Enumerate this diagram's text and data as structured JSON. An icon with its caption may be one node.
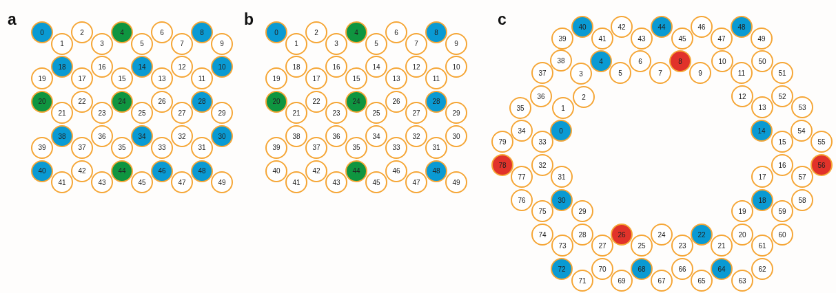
{
  "diagram": {
    "nodes": [
      {
        "text": [
          "0"
        ]
      },
      {
        "text": [
          "1"
        ]
      },
      {
        "text": [
          "2"
        ]
      },
      {
        "text": [
          "3"
        ]
      },
      {
        "text": [
          "4"
        ]
      },
      {
        "text": [
          "5"
        ]
      },
      {
        "text": [
          "6"
        ]
      },
      {
        "text": [
          "7"
        ]
      },
      {
        "text": [
          "8"
        ]
      },
      {
        "text": [
          "9"
        ]
      },
      {
        "text": [
          "10"
        ]
      },
      {
        "text": [
          "11"
        ]
      },
      {
        "text": [
          "12"
        ]
      },
      {
        "text": [
          "13"
        ]
      },
      {
        "text": [
          "14"
        ]
      },
      {
        "text": [
          "15"
        ]
      },
      {
        "text": [
          "16"
        ]
      },
      {
        "text": [
          "17"
        ]
      },
      {
        "text": [
          "18"
        ]
      },
      {
        "text": [
          "19"
        ]
      },
      {
        "text": [
          "20"
        ]
      },
      {
        "text": [
          "21"
        ]
      },
      {
        "text": [
          "22"
        ]
      },
      {
        "text": [
          "23"
        ]
      },
      {
        "text": [
          "24"
        ]
      },
      {
        "text": [
          "25"
        ]
      },
      {
        "text": [
          "26"
        ]
      },
      {
        "text": [
          "27"
        ]
      },
      {
        "text": [
          "28"
        ]
      },
      {
        "text": [
          "29"
        ]
      },
      {
        "text": [
          "30"
        ]
      },
      {
        "text": [
          "31"
        ]
      },
      {
        "text": [
          "32"
        ]
      },
      {
        "text": [
          "33"
        ]
      },
      {
        "text": [
          "34"
        ]
      },
      {
        "text": [
          "35"
        ]
      },
      {
        "text": [
          "36"
        ]
      },
      {
        "text": [
          "37"
        ]
      },
      {
        "text": [
          "38"
        ]
      },
      {
        "text": [
          "39"
        ]
      },
      {
        "text": [
          "40"
        ]
      },
      {
        "text": [
          "41"
        ]
      },
      {
        "text": [
          "42"
        ]
      },
      {
        "text": [
          "43"
        ]
      },
      {
        "text": [
          "44"
        ]
      },
      {
        "text": [
          "45"
        ]
      },
      {
        "text": [
          "46"
        ]
      },
      {
        "text": [
          "47"
        ]
      },
      {
        "text": [
          "48"
        ]
      },
      {
        "text": [
          "49"
        ]
      },
      {
        "text": [
          "0"
        ]
      },
      {
        "text": [
          "1"
        ]
      },
      {
        "text": [
          "2"
        ]
      },
      {
        "text": [
          "3"
        ]
      },
      {
        "text": [
          "4"
        ]
      },
      {
        "text": [
          "5"
        ]
      },
      {
        "text": [
          "6"
        ]
      },
      {
        "text": [
          "7"
        ]
      },
      {
        "text": [
          "8"
        ]
      },
      {
        "text": [
          "9"
        ]
      },
      {
        "text": [
          "10"
        ]
      },
      {
        "text": [
          "11"
        ]
      },
      {
        "text": [
          "12"
        ]
      },
      {
        "text": [
          "13"
        ]
      },
      {
        "text": [
          "14"
        ]
      },
      {
        "text": [
          "15"
        ]
      },
      {
        "text": [
          "16"
        ]
      },
      {
        "text": [
          "17"
        ]
      },
      {
        "text": [
          "18"
        ]
      },
      {
        "text": [
          "19"
        ]
      },
      {
        "text": [
          "20"
        ]
      },
      {
        "text": [
          "21"
        ]
      },
      {
        "text": [
          "22"
        ]
      },
      {
        "text": [
          "23"
        ]
      },
      {
        "text": [
          "24"
        ]
      },
      {
        "text": [
          "25"
        ]
      },
      {
        "text": [
          "26"
        ]
      },
      {
        "text": [
          "27"
        ]
      },
      {
        "text": [
          "28"
        ]
      },
      {
        "text": [
          "29"
        ]
      },
      {
        "text": [
          "30"
        ]
      },
      {
        "text": [
          "31"
        ]
      },
      {
        "text": [
          "32"
        ]
      },
      {
        "text": [
          "33"
        ]
      },
      {
        "text": [
          "34"
        ]
      },
      {
        "text": [
          "35"
        ]
      },
      {
        "text": [
          "36"
        ]
      },
      {
        "text": [
          "37"
        ]
      },
      {
        "text": [
          "38"
        ]
      },
      {
        "text": [
          "39"
        ]
      },
      {
        "text": [
          "40"
        ]
      },
      {
        "text": [
          "41"
        ]
      },
      {
        "text": [
          "42"
        ]
      },
      {
        "text": [
          "43"
        ]
      },
      {
        "text": [
          "44"
        ]
      },
      {
        "text": [
          "45"
        ]
      },
      {
        "text": [
          "46"
        ]
      },
      {
        "text": [
          "47"
        ]
      },
      {
        "text": [
          "48"
        ]
      },
      {
        "text": [
          "49"
        ]
      },
      {
        "text": [
          "0"
        ]
      },
      {
        "text": [
          "1"
        ]
      },
      {
        "text": [
          "2"
        ]
      },
      {
        "text": [
          "3"
        ]
      },
      {
        "text": [
          "4"
        ]
      },
      {
        "text": [
          "5"
        ]
      },
      {
        "text": [
          "6"
        ]
      },
      {
        "text": [
          "7"
        ]
      },
      {
        "text": [
          "8"
        ]
      },
      {
        "text": [
          "9"
        ]
      },
      {
        "text": [
          "10"
        ]
      },
      {
        "text": [
          "11"
        ]
      },
      {
        "text": [
          "12"
        ]
      },
      {
        "text": [
          "13"
        ]
      },
      {
        "text": [
          "14"
        ]
      },
      {
        "text": [
          "15"
        ]
      },
      {
        "text": [
          "16"
        ]
      },
      {
        "text": [
          "17"
        ]
      },
      {
        "text": [
          "18"
        ]
      },
      {
        "text": [
          "19"
        ]
      },
      {
        "text": [
          "20"
        ]
      },
      {
        "text": [
          "21"
        ]
      },
      {
        "text": [
          "22"
        ]
      },
      {
        "text": [
          "23"
        ]
      },
      {
        "text": [
          "24"
        ]
      },
      {
        "text": [
          "25"
        ]
      },
      {
        "text": [
          "26"
        ]
      },
      {
        "text": [
          "27"
        ]
      },
      {
        "text": [
          "28"
        ]
      },
      {
        "text": [
          "29"
        ]
      },
      {
        "text": [
          "30"
        ]
      },
      {
        "text": [
          "31"
        ]
      },
      {
        "text": [
          "32"
        ]
      },
      {
        "text": [
          "33"
        ]
      },
      {
        "text": [
          "34"
        ]
      },
      {
        "text": [
          "35"
        ]
      },
      {
        "text": [
          "36"
        ]
      },
      {
        "text": [
          "37"
        ]
      },
      {
        "text": [
          "38"
        ]
      },
      {
        "text": [
          "39"
        ]
      },
      {
        "text": [
          "40"
        ]
      },
      {
        "text": [
          "41"
        ]
      },
      {
        "text": [
          "42"
        ]
      },
      {
        "text": [
          "43"
        ]
      },
      {
        "text": [
          "44"
        ]
      },
      {
        "text": [
          "45"
        ]
      },
      {
        "text": [
          "46"
        ]
      },
      {
        "text": [
          "47"
        ]
      },
      {
        "text": [
          "48"
        ]
      },
      {
        "text": [
          "49"
        ]
      },
      {
        "text": [
          "50"
        ]
      },
      {
        "text": [
          "51"
        ]
      },
      {
        "text": [
          "52"
        ]
      },
      {
        "text": [
          "53"
        ]
      },
      {
        "text": [
          "54"
        ]
      },
      {
        "text": [
          "55"
        ]
      },
      {
        "text": [
          "56"
        ]
      },
      {
        "text": [
          "57"
        ]
      },
      {
        "text": [
          "58"
        ]
      },
      {
        "text": [
          "59"
        ]
      },
      {
        "text": [
          "60"
        ]
      },
      {
        "text": [
          "61"
        ]
      },
      {
        "text": [
          "62"
        ]
      },
      {
        "text": [
          "63"
        ]
      },
      {
        "text": [
          "64"
        ]
      },
      {
        "text": [
          "65"
        ]
      },
      {
        "text": [
          "66"
        ]
      },
      {
        "text": [
          "67"
        ]
      },
      {
        "text": [
          "68"
        ]
      },
      {
        "text": [
          "69"
        ]
      },
      {
        "text": [
          "70"
        ]
      },
      {
        "text": [
          "71"
        ]
      },
      {
        "text": [
          "72"
        ]
      },
      {
        "text": [
          "73"
        ]
      },
      {
        "text": [
          "74"
        ]
      },
      {
        "text": [
          "75"
        ]
      },
      {
        "text": [
          "76"
        ]
      },
      {
        "text": [
          "77"
        ]
      },
      {
        "text": [
          "78"
        ]
      },
      {
        "text": [
          "79"
        ]
      }
    ],
    "labels": [
      "a",
      "b",
      "c"
    ]
  }
}
